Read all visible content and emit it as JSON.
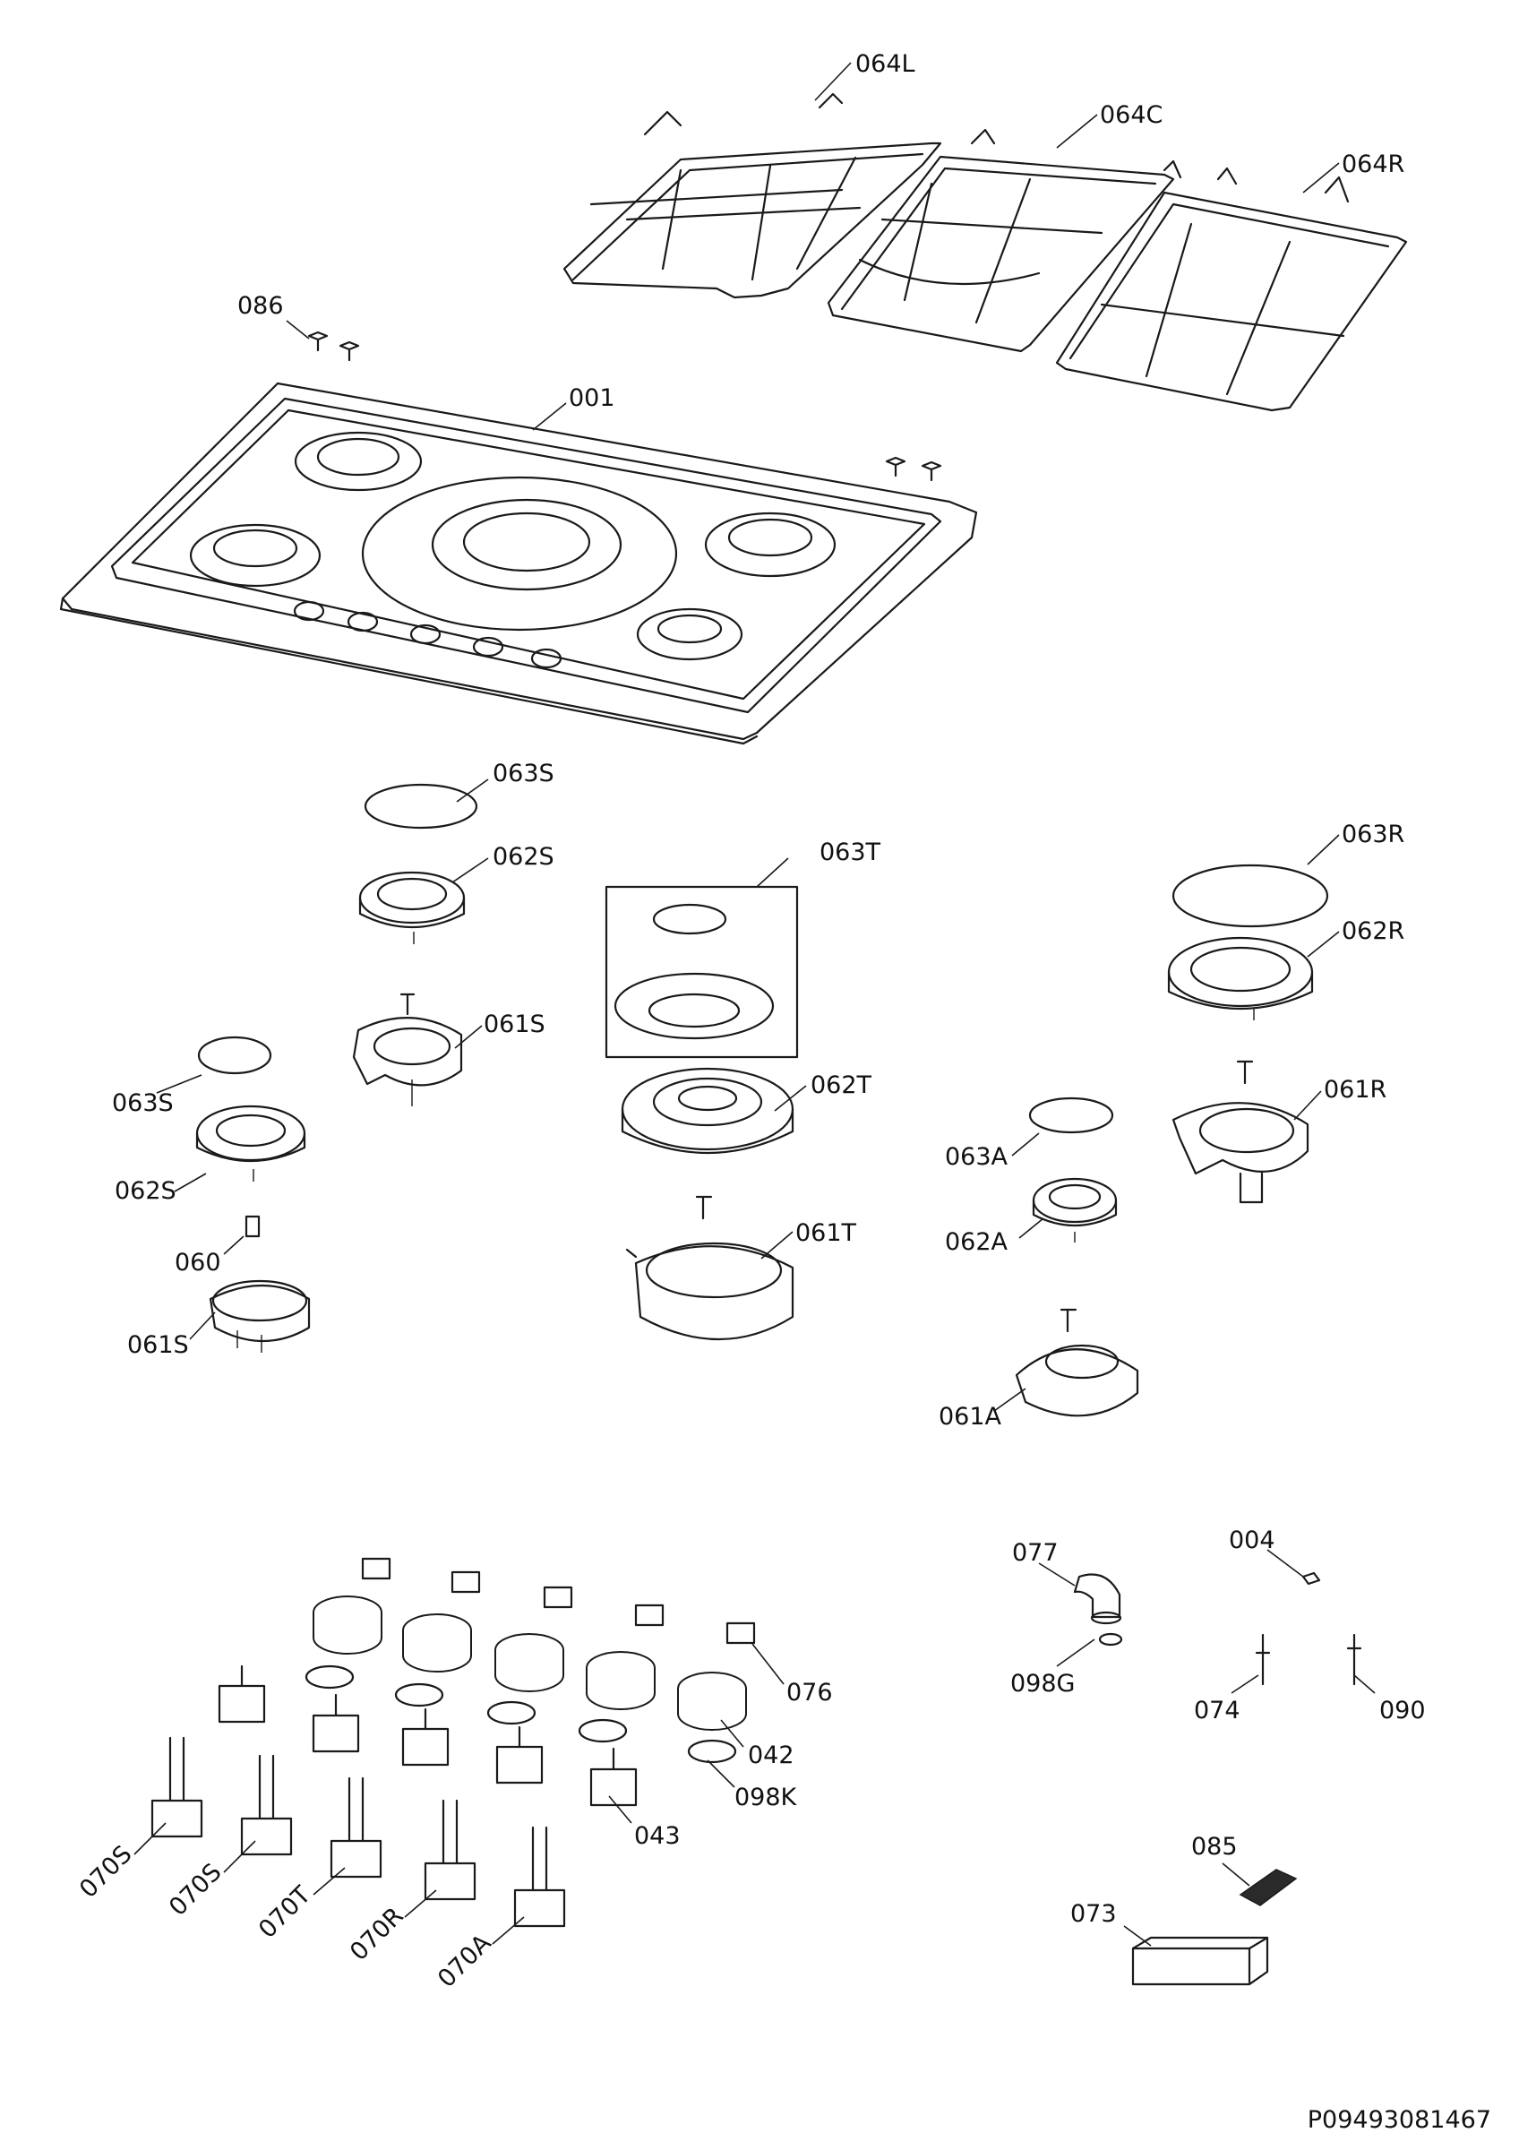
{
  "drawing_code": "P09493081467",
  "labels": {
    "p064L": "064L",
    "p064C": "064C",
    "p064R": "064R",
    "p086": "086",
    "p001": "001",
    "p063S_a": "063S",
    "p062S_a": "062S",
    "p063T": "063T",
    "p063R": "063R",
    "p062R": "062R",
    "p061S_a": "061S",
    "p063S_b": "063S",
    "p062T": "062T",
    "p061R": "061R",
    "p062S_b": "062S",
    "p063A": "063A",
    "p061T": "061T",
    "p060": "060",
    "p062A": "062A",
    "p061S_b": "061S",
    "p061A": "061A",
    "p077": "077",
    "p004": "004",
    "p076": "076",
    "p098G": "098G",
    "p074": "074",
    "p090": "090",
    "p042": "042",
    "p098K": "098K",
    "p043": "043",
    "p070S_a": "070S",
    "p070S_b": "070S",
    "p070T": "070T",
    "p070R": "070R",
    "p070A": "070A",
    "p085": "085",
    "p073": "073"
  }
}
